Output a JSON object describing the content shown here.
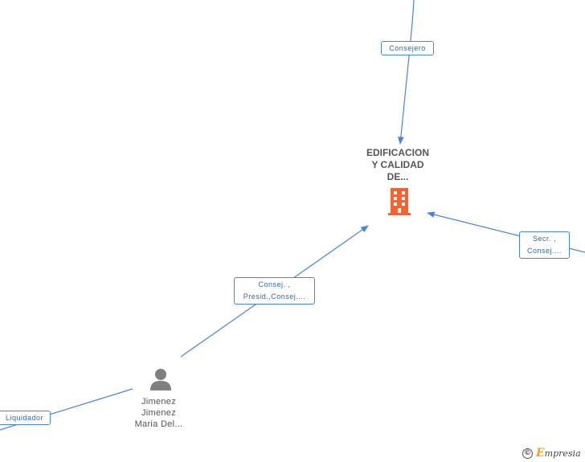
{
  "company": {
    "title_lines": [
      "EDIFICACION",
      "Y CALIDAD",
      "DE..."
    ],
    "icon": "building-icon",
    "icon_color": "#f26532"
  },
  "person": {
    "name_lines": [
      "Jimenez",
      "Jimenez",
      "Maria Del..."
    ],
    "icon": "person-icon",
    "icon_color": "#808080"
  },
  "edges": {
    "top": {
      "label_lines": [
        "Consejero"
      ]
    },
    "right": {
      "label_lines": [
        "Secr. ,",
        "Consej...."
      ]
    },
    "person_to_company": {
      "label_lines": [
        "Consej. ,",
        "Presid.,Consej...."
      ]
    },
    "person_left": {
      "label_lines": [
        "Liquidador"
      ]
    }
  },
  "colors": {
    "edge": "#4a86d0",
    "label_text": "#3366aa"
  },
  "watermark": {
    "symbol": "©",
    "brand_initial": "E",
    "brand_rest": "mpresia"
  }
}
